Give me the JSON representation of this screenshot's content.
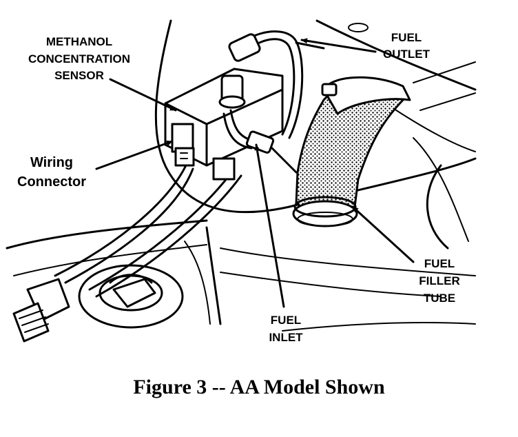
{
  "labels": {
    "methanol_line1": "METHANOL",
    "methanol_line2": "CONCENTRATION",
    "methanol_line3": "SENSOR",
    "wiring_line1": "Wiring",
    "wiring_line2": "Connector",
    "fuel_outlet_line1": "FUEL",
    "fuel_outlet_line2": "OUTLET",
    "fuel_inlet_line1": "FUEL",
    "fuel_inlet_line2": "INLET",
    "filler_line1": "FUEL",
    "filler_line2": "FILLER",
    "filler_line3": "TUBE"
  },
  "caption": "Figure 3 -- AA Model Shown"
}
